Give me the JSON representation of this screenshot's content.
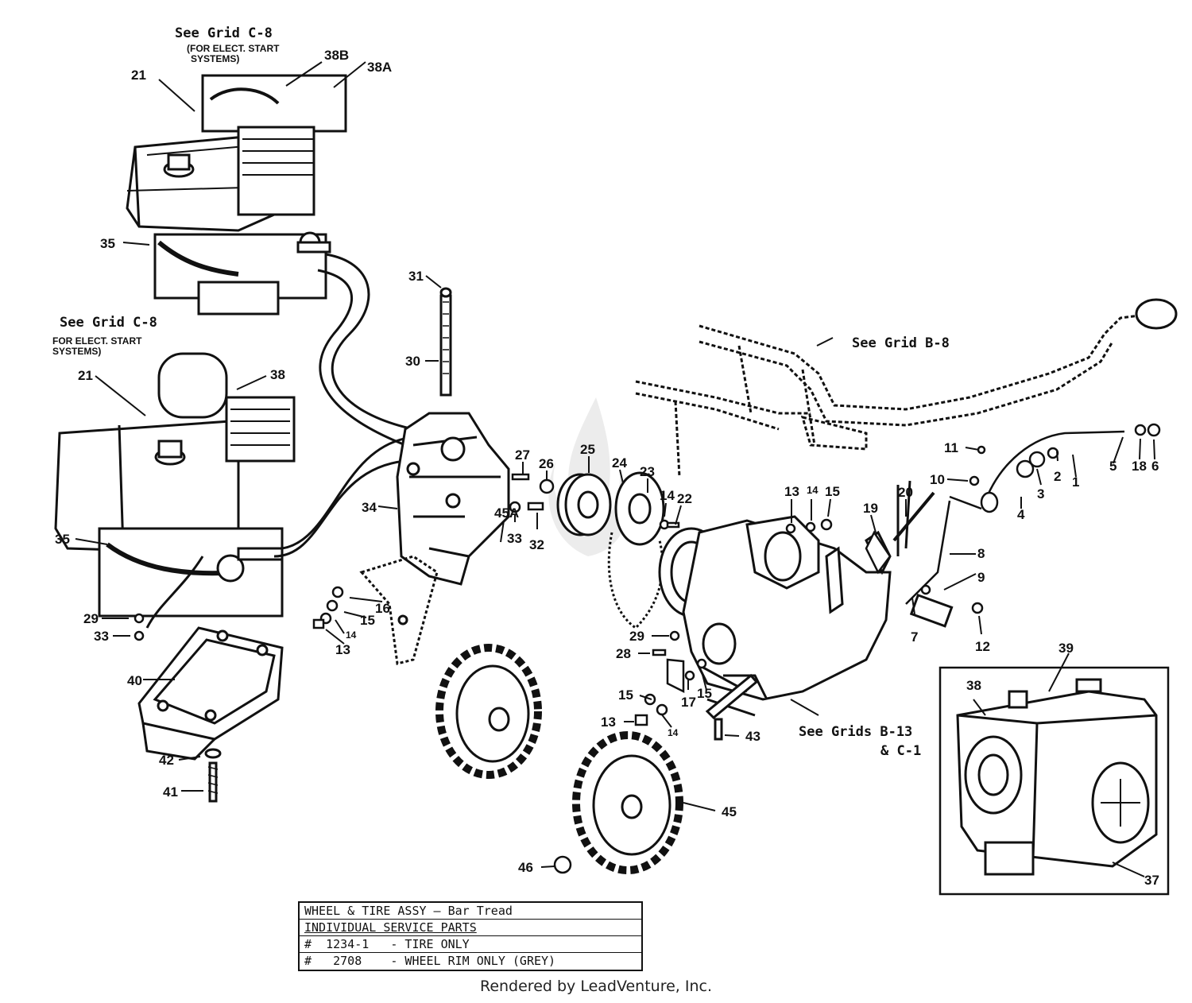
{
  "notes": {
    "grid_c8_top": "See Grid C-8",
    "elect_top_1": "(FOR ELECT. START",
    "elect_top_2": "SYSTEMS)",
    "grid_c8_left": "See Grid C-8",
    "elect_left_1": "FOR ELECT. START",
    "elect_left_2": "SYSTEMS)",
    "grid_b8": "See Grid B-8",
    "grids_b13": "See Grids B-13",
    "grids_c1": "& C-1"
  },
  "callouts": [
    "38B",
    "38A",
    "21",
    "35",
    "21",
    "38",
    "35",
    "29",
    "33",
    "40",
    "42",
    "41",
    "31",
    "30",
    "34",
    "27",
    "26",
    "33",
    "32",
    "25",
    "24",
    "23",
    "14",
    "22",
    "16",
    "15",
    "14",
    "13",
    "45A",
    "13",
    "14",
    "15",
    "19",
    "20",
    "11",
    "10",
    "5",
    "18",
    "6",
    "2",
    "1",
    "3",
    "4",
    "8",
    "9",
    "7",
    "12",
    "29",
    "28",
    "17",
    "15",
    "15",
    "13",
    "14",
    "43",
    "45",
    "46",
    "39",
    "38",
    "37"
  ],
  "legend": {
    "title": "WHEEL & TIRE ASSY — Bar Tread",
    "subtitle": "INDIVIDUAL SERVICE PARTS",
    "rows": [
      "#  1234-1   - TIRE ONLY",
      "#   2708    - WHEEL RIM ONLY (GREY)"
    ]
  },
  "footer": "Rendered by LeadVenture, Inc.",
  "colors": {
    "ink": "#111111",
    "watermark": "#e6e6e6"
  }
}
